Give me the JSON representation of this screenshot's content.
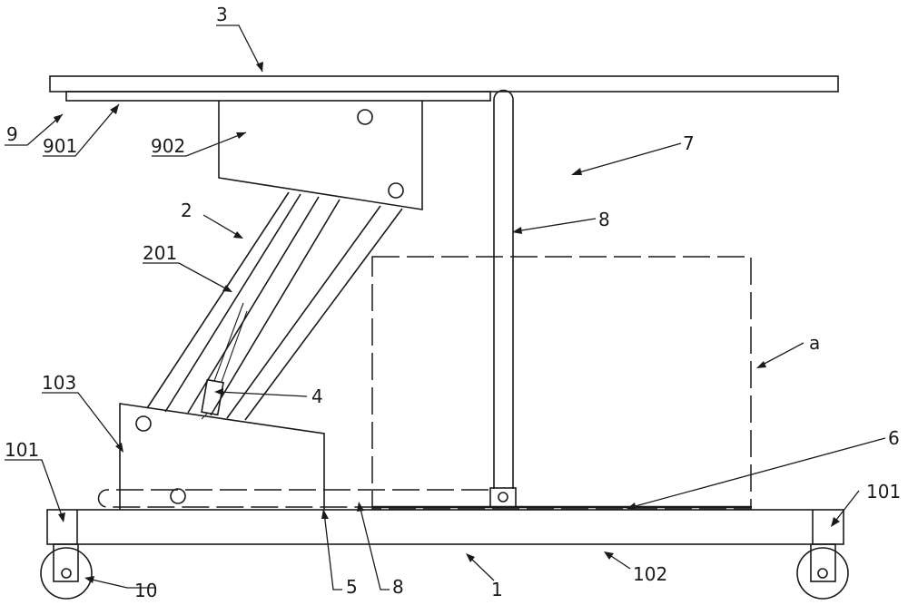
{
  "labels": {
    "l3": "3",
    "l9": "9",
    "l901": "901",
    "l902": "902",
    "l7": "7",
    "l8_top": "8",
    "l2": "2",
    "l201": "201",
    "l_a": "a",
    "l4": "4",
    "l103": "103",
    "l101_left": "101",
    "l101_right": "101",
    "l6": "6",
    "l10": "10",
    "l5": "5",
    "l8_bottom": "8",
    "l1": "1",
    "l102": "102"
  }
}
